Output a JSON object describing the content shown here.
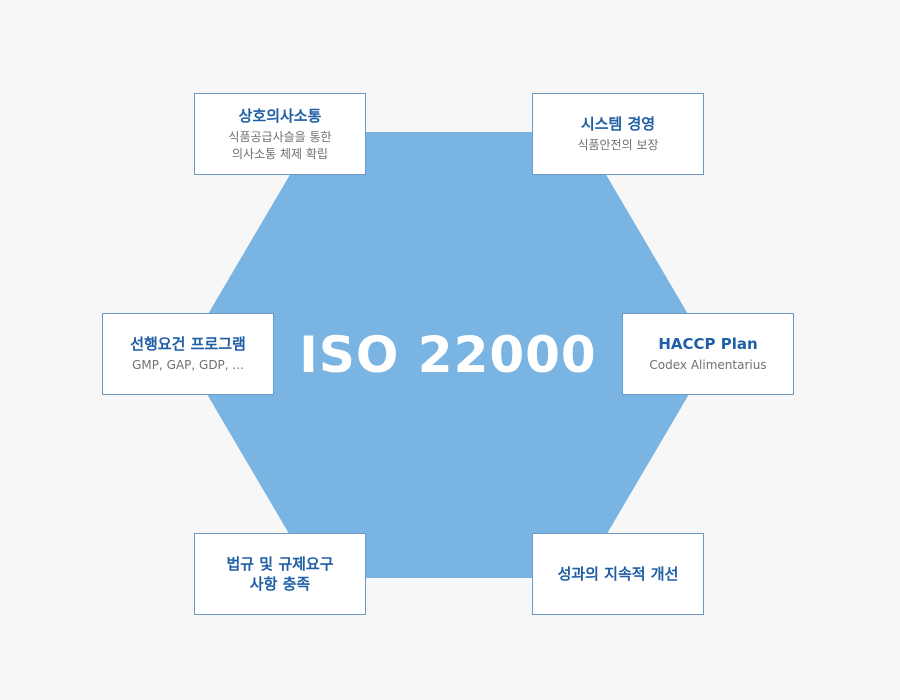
{
  "colors": {
    "background": "#f7f7f7",
    "hexagon": "#79b4e2",
    "box_border": "#6b98c5",
    "title_text": "#1f5fa6",
    "subtitle_text": "#707070"
  },
  "center": {
    "title": "ISO 22000"
  },
  "boxes": {
    "communication": {
      "title": "상호의사소통",
      "subtitle": "식품공급사슬을 통한\n의사소통 체제 확립"
    },
    "system": {
      "title": "시스템 경영",
      "subtitle": "식품안전의 보장"
    },
    "prp": {
      "title": "선행요건 프로그램",
      "subtitle": "GMP, GAP, GDP, ..."
    },
    "haccp": {
      "title": "HACCP Plan",
      "subtitle": "Codex Alimentarius"
    },
    "legal": {
      "title": "법규 및 규제요구\n사항 충족"
    },
    "improvement": {
      "title": "성과의 지속적 개선"
    }
  }
}
